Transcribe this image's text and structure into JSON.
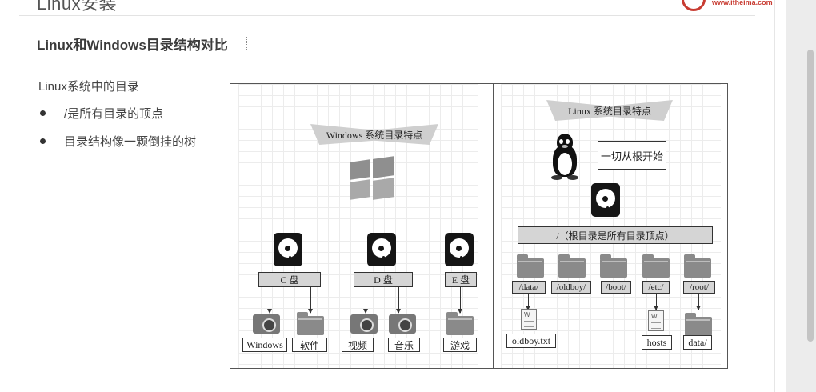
{
  "header": {
    "title": "Linux安装",
    "logo_url": "www.itheima.com"
  },
  "page_title": "Linux和Windows目录结构对比",
  "content": {
    "intro": "Linux系统中的目录",
    "bullets": [
      "/是所有目录的顶点",
      "目录结构像一颗倒挂的树"
    ]
  },
  "figure": {
    "windows": {
      "banner": "Windows 系统目录特点",
      "drives": [
        {
          "label": "C 盘",
          "children": [
            "Windows",
            "软件"
          ]
        },
        {
          "label": "D 盘",
          "children": [
            "视频",
            "音乐"
          ]
        },
        {
          "label": "E 盘",
          "children": [
            "游戏"
          ]
        }
      ]
    },
    "linux": {
      "banner": "Linux 系统目录特点",
      "callout": "一切从根开始",
      "root_label": "/（根目录是所有目录顶点）",
      "dirs": [
        "/data/",
        "/oldboy/",
        "/boot/",
        "/etc/",
        "/root/"
      ],
      "leaves": [
        "oldboy.txt",
        "hosts",
        "data/"
      ]
    }
  },
  "colors": {
    "logo_red": "#c83c32",
    "box_gray": "#d5d5d5",
    "banner_gray": "#cfcfcf"
  },
  "icons": [
    "windows-logo-icon",
    "tux-penguin-icon",
    "hard-disk-icon",
    "folder-icon",
    "drive-icon",
    "document-icon"
  ]
}
